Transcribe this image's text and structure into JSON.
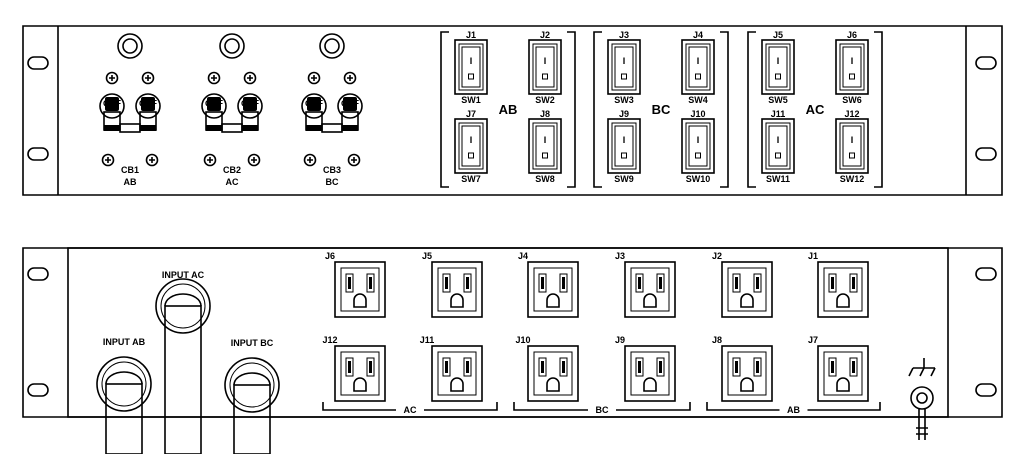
{
  "front_panel": {
    "breakers": [
      {
        "label": "CB1",
        "group": "AB",
        "toggle_a": "OFF",
        "toggle_b": "OFF"
      },
      {
        "label": "CB2",
        "group": "AC",
        "toggle_a": "OFF",
        "toggle_b": "OFF"
      },
      {
        "label": "CB3",
        "group": "BC",
        "toggle_a": "OFF",
        "toggle_b": "OFF"
      }
    ],
    "switch_groups": [
      {
        "group": "AB",
        "switches": [
          {
            "jack": "J1",
            "switch": "SW1"
          },
          {
            "jack": "J2",
            "switch": "SW2"
          },
          {
            "jack": "J7",
            "switch": "SW7"
          },
          {
            "jack": "J8",
            "switch": "SW8"
          }
        ]
      },
      {
        "group": "BC",
        "switches": [
          {
            "jack": "J3",
            "switch": "SW3"
          },
          {
            "jack": "J4",
            "switch": "SW4"
          },
          {
            "jack": "J9",
            "switch": "SW9"
          },
          {
            "jack": "J10",
            "switch": "SW10"
          }
        ]
      },
      {
        "group": "AC",
        "switches": [
          {
            "jack": "J5",
            "switch": "SW5"
          },
          {
            "jack": "J6",
            "switch": "SW6"
          },
          {
            "jack": "J11",
            "switch": "SW11"
          },
          {
            "jack": "J12",
            "switch": "SW12"
          }
        ]
      }
    ],
    "switch_on_mark": "I"
  },
  "rear_panel": {
    "inputs": [
      "INPUT AB",
      "INPUT AC",
      "INPUT BC"
    ],
    "outlet_top_row": [
      "J6",
      "J5",
      "J4",
      "J3",
      "J2",
      "J1"
    ],
    "outlet_bottom_row": [
      "J12",
      "J11",
      "J10",
      "J9",
      "J8",
      "J7"
    ],
    "outlet_groups": [
      "AC",
      "BC",
      "AB"
    ]
  }
}
